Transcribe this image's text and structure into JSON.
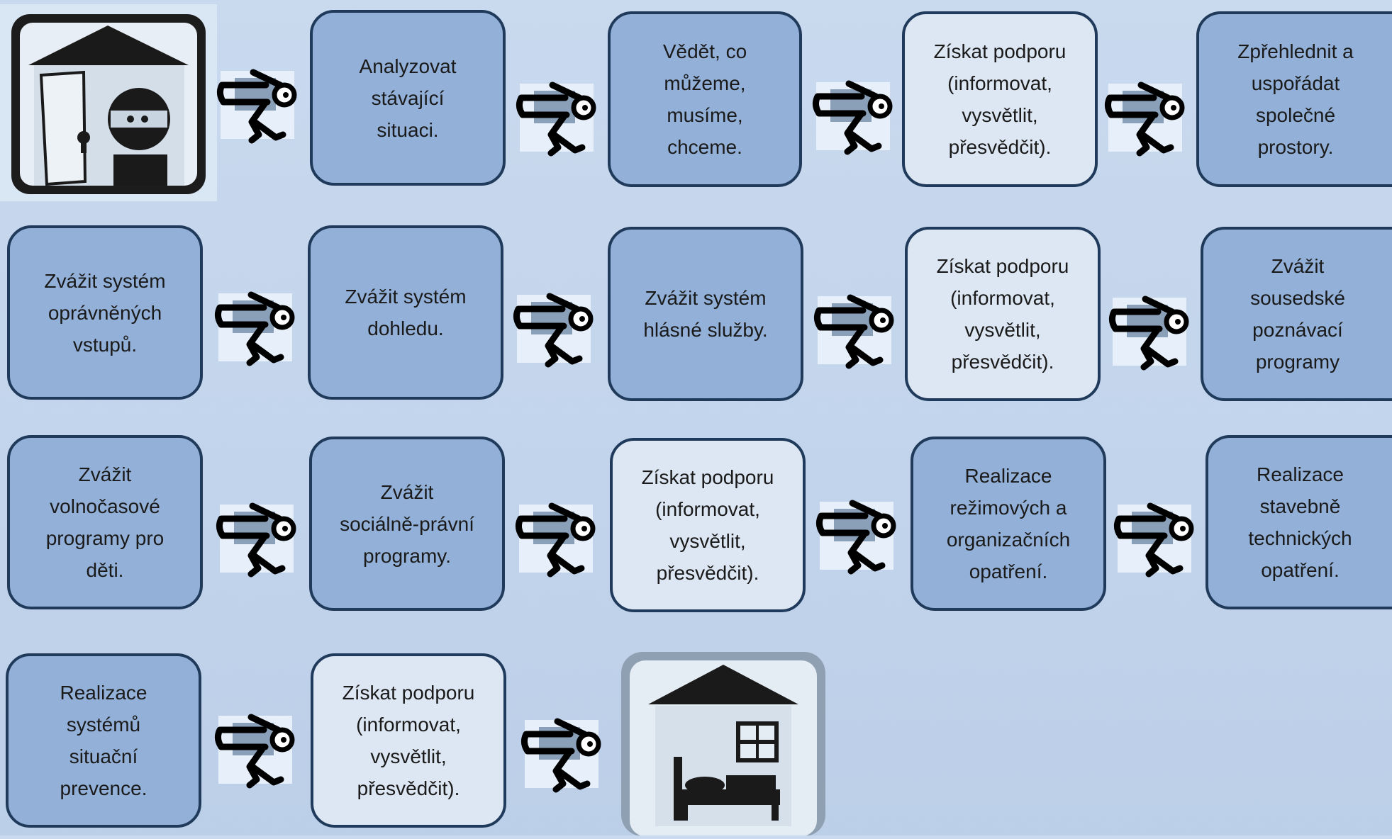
{
  "steps": {
    "r1b1": "Analyzovat\nstávající\nsituaci.",
    "r1b2": "Vědět, co\nmůžeme,\nmusíme,\nchceme.",
    "r1b3": "Získat podporu\n(informovat,\nvysvětlit,\npřesvědčit).",
    "r1b4": "Zpřehlednit a\nuspořádat\nspolečné\nprostory.",
    "r2b1": "Zvážit systém\noprávněných\nvstupů.",
    "r2b2": "Zvážit systém\ndohledu.",
    "r2b3": "Zvážit systém\nhlásné služby.",
    "r2b4": "Získat podporu\n(informovat,\nvysvětlit,\npřesvědčit).",
    "r2b5": "Zvážit\nsousedské\npoznávací\nprogramy",
    "r3b1": "Zvážit\nvolnočasové\nprogramy pro\nděti.",
    "r3b2": "Zvážit\nsociálně-právní\nprogramy.",
    "r3b3": "Získat podporu\n(informovat,\nvysvětlit,\npřesvědčit).",
    "r3b4": "Realizace\nrežimových a\norganizačních\nopatření.",
    "r3b5": "Realizace\nstavebně\ntechnických\nopatření.",
    "r4b1": "Realizace\nsystémů\nsituační\nprevence.",
    "r4b2": "Získat podporu\n(informovat,\nvysvětlit,\npřesvědčit)."
  },
  "icons": {
    "start": "house-burglar-icon",
    "end": "house-bedroom-icon",
    "arrow": "walking-arrow-icon"
  },
  "colors": {
    "background": "#c6d7ed",
    "box_dark": "#93b1d8",
    "box_light": "#dde7f3",
    "border": "#1f3a5a"
  }
}
